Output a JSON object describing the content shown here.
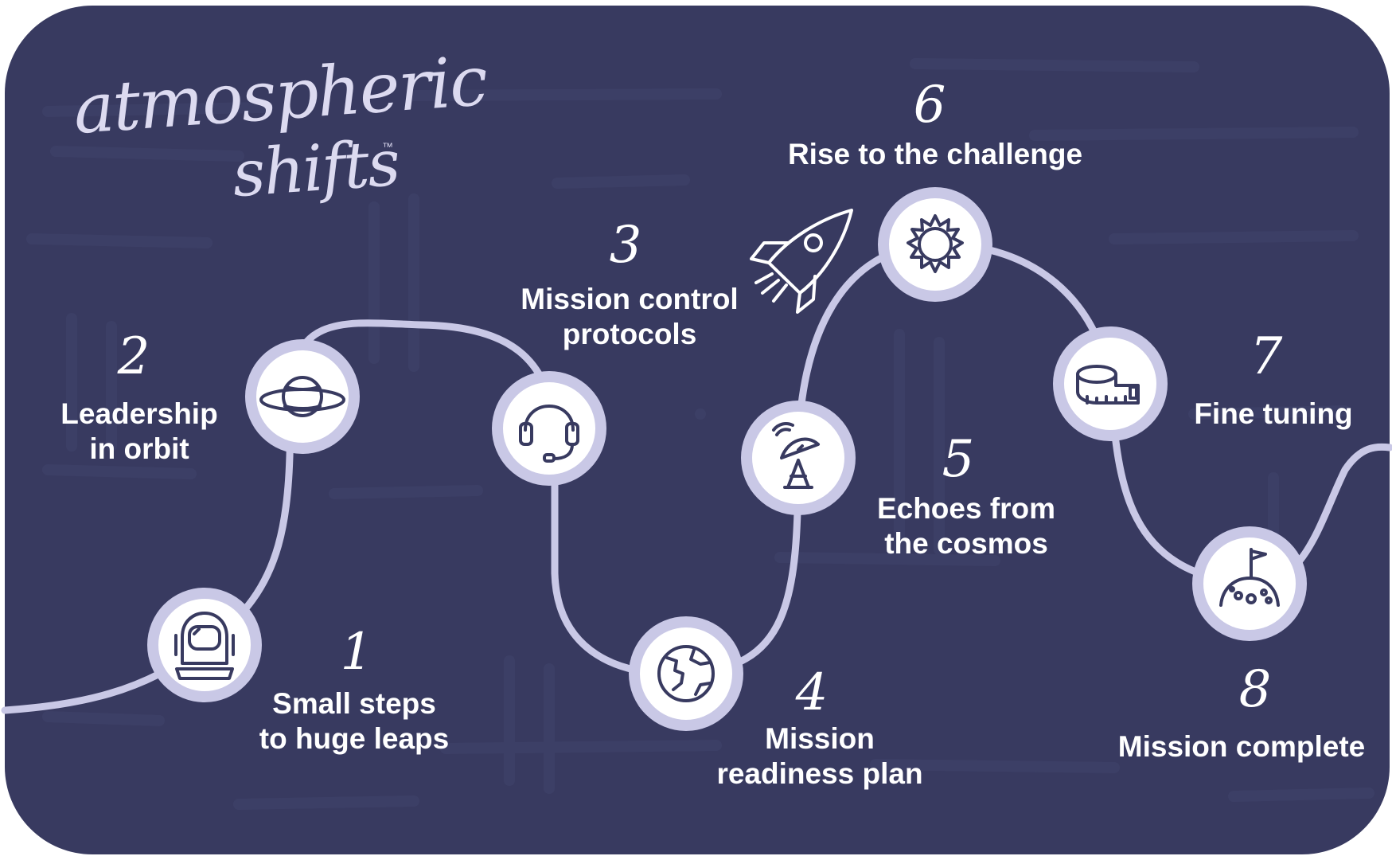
{
  "brand": {
    "line1": "atmospheric",
    "line2": "shifts",
    "trademark": "™"
  },
  "colors": {
    "background": "#383a60",
    "path": "#c9c8e6",
    "node_fill": "#ffffff",
    "text": "#ffffff"
  },
  "steps": [
    {
      "number": "1",
      "label_line1": "Small steps",
      "label_line2": "to huge leaps",
      "icon": "astronaut-helmet-icon"
    },
    {
      "number": "2",
      "label_line1": "Leadership",
      "label_line2": "in orbit",
      "icon": "planet-ring-icon"
    },
    {
      "number": "3",
      "label_line1": "Mission control",
      "label_line2": "protocols",
      "icon": "headset-icon"
    },
    {
      "number": "4",
      "label_line1": "Mission",
      "label_line2": "readiness plan",
      "icon": "globe-icon"
    },
    {
      "number": "5",
      "label_line1": "Echoes from",
      "label_line2": "the cosmos",
      "icon": "satellite-dish-icon"
    },
    {
      "number": "6",
      "label_line1": "Rise to the challenge",
      "label_line2": "",
      "icon": "sun-icon"
    },
    {
      "number": "7",
      "label_line1": "Fine tuning",
      "label_line2": "",
      "icon": "measuring-tape-icon"
    },
    {
      "number": "8",
      "label_line1": "Mission complete",
      "label_line2": "",
      "icon": "moon-flag-icon"
    }
  ],
  "decoration": {
    "rocket": "rocket-icon"
  }
}
